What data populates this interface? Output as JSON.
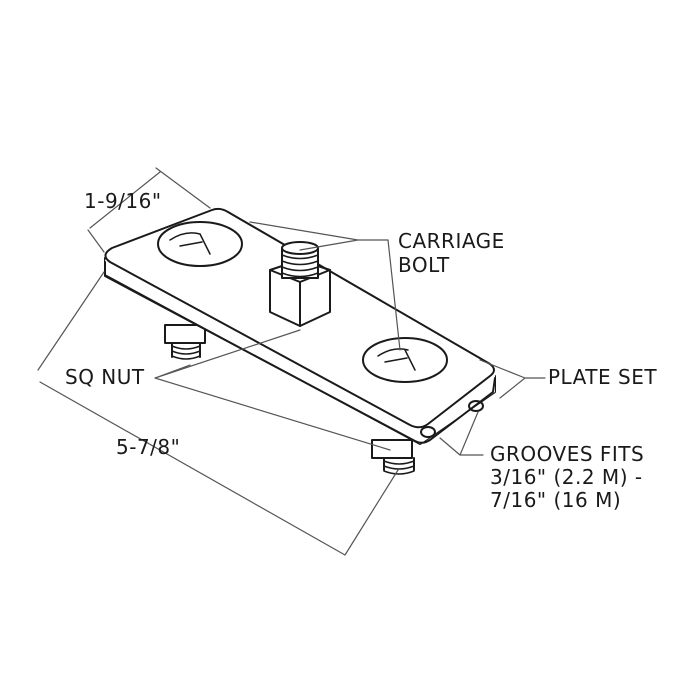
{
  "labels": {
    "width_dim": "1-9/16\"",
    "carriage_bolt_line1": "CARRIAGE",
    "carriage_bolt_line2": "BOLT",
    "sq_nut": "SQ NUT",
    "plate_set": "PLATE SET",
    "length_dim": "5-7/8\"",
    "grooves_line1": "GROOVES FITS",
    "grooves_line2": "3/16\" (2.2 M) -",
    "grooves_line3": "7/16\" (16 M)"
  },
  "colors": {
    "line": "#1a1a1a",
    "leader": "#888888",
    "fill": "#ffffff"
  }
}
